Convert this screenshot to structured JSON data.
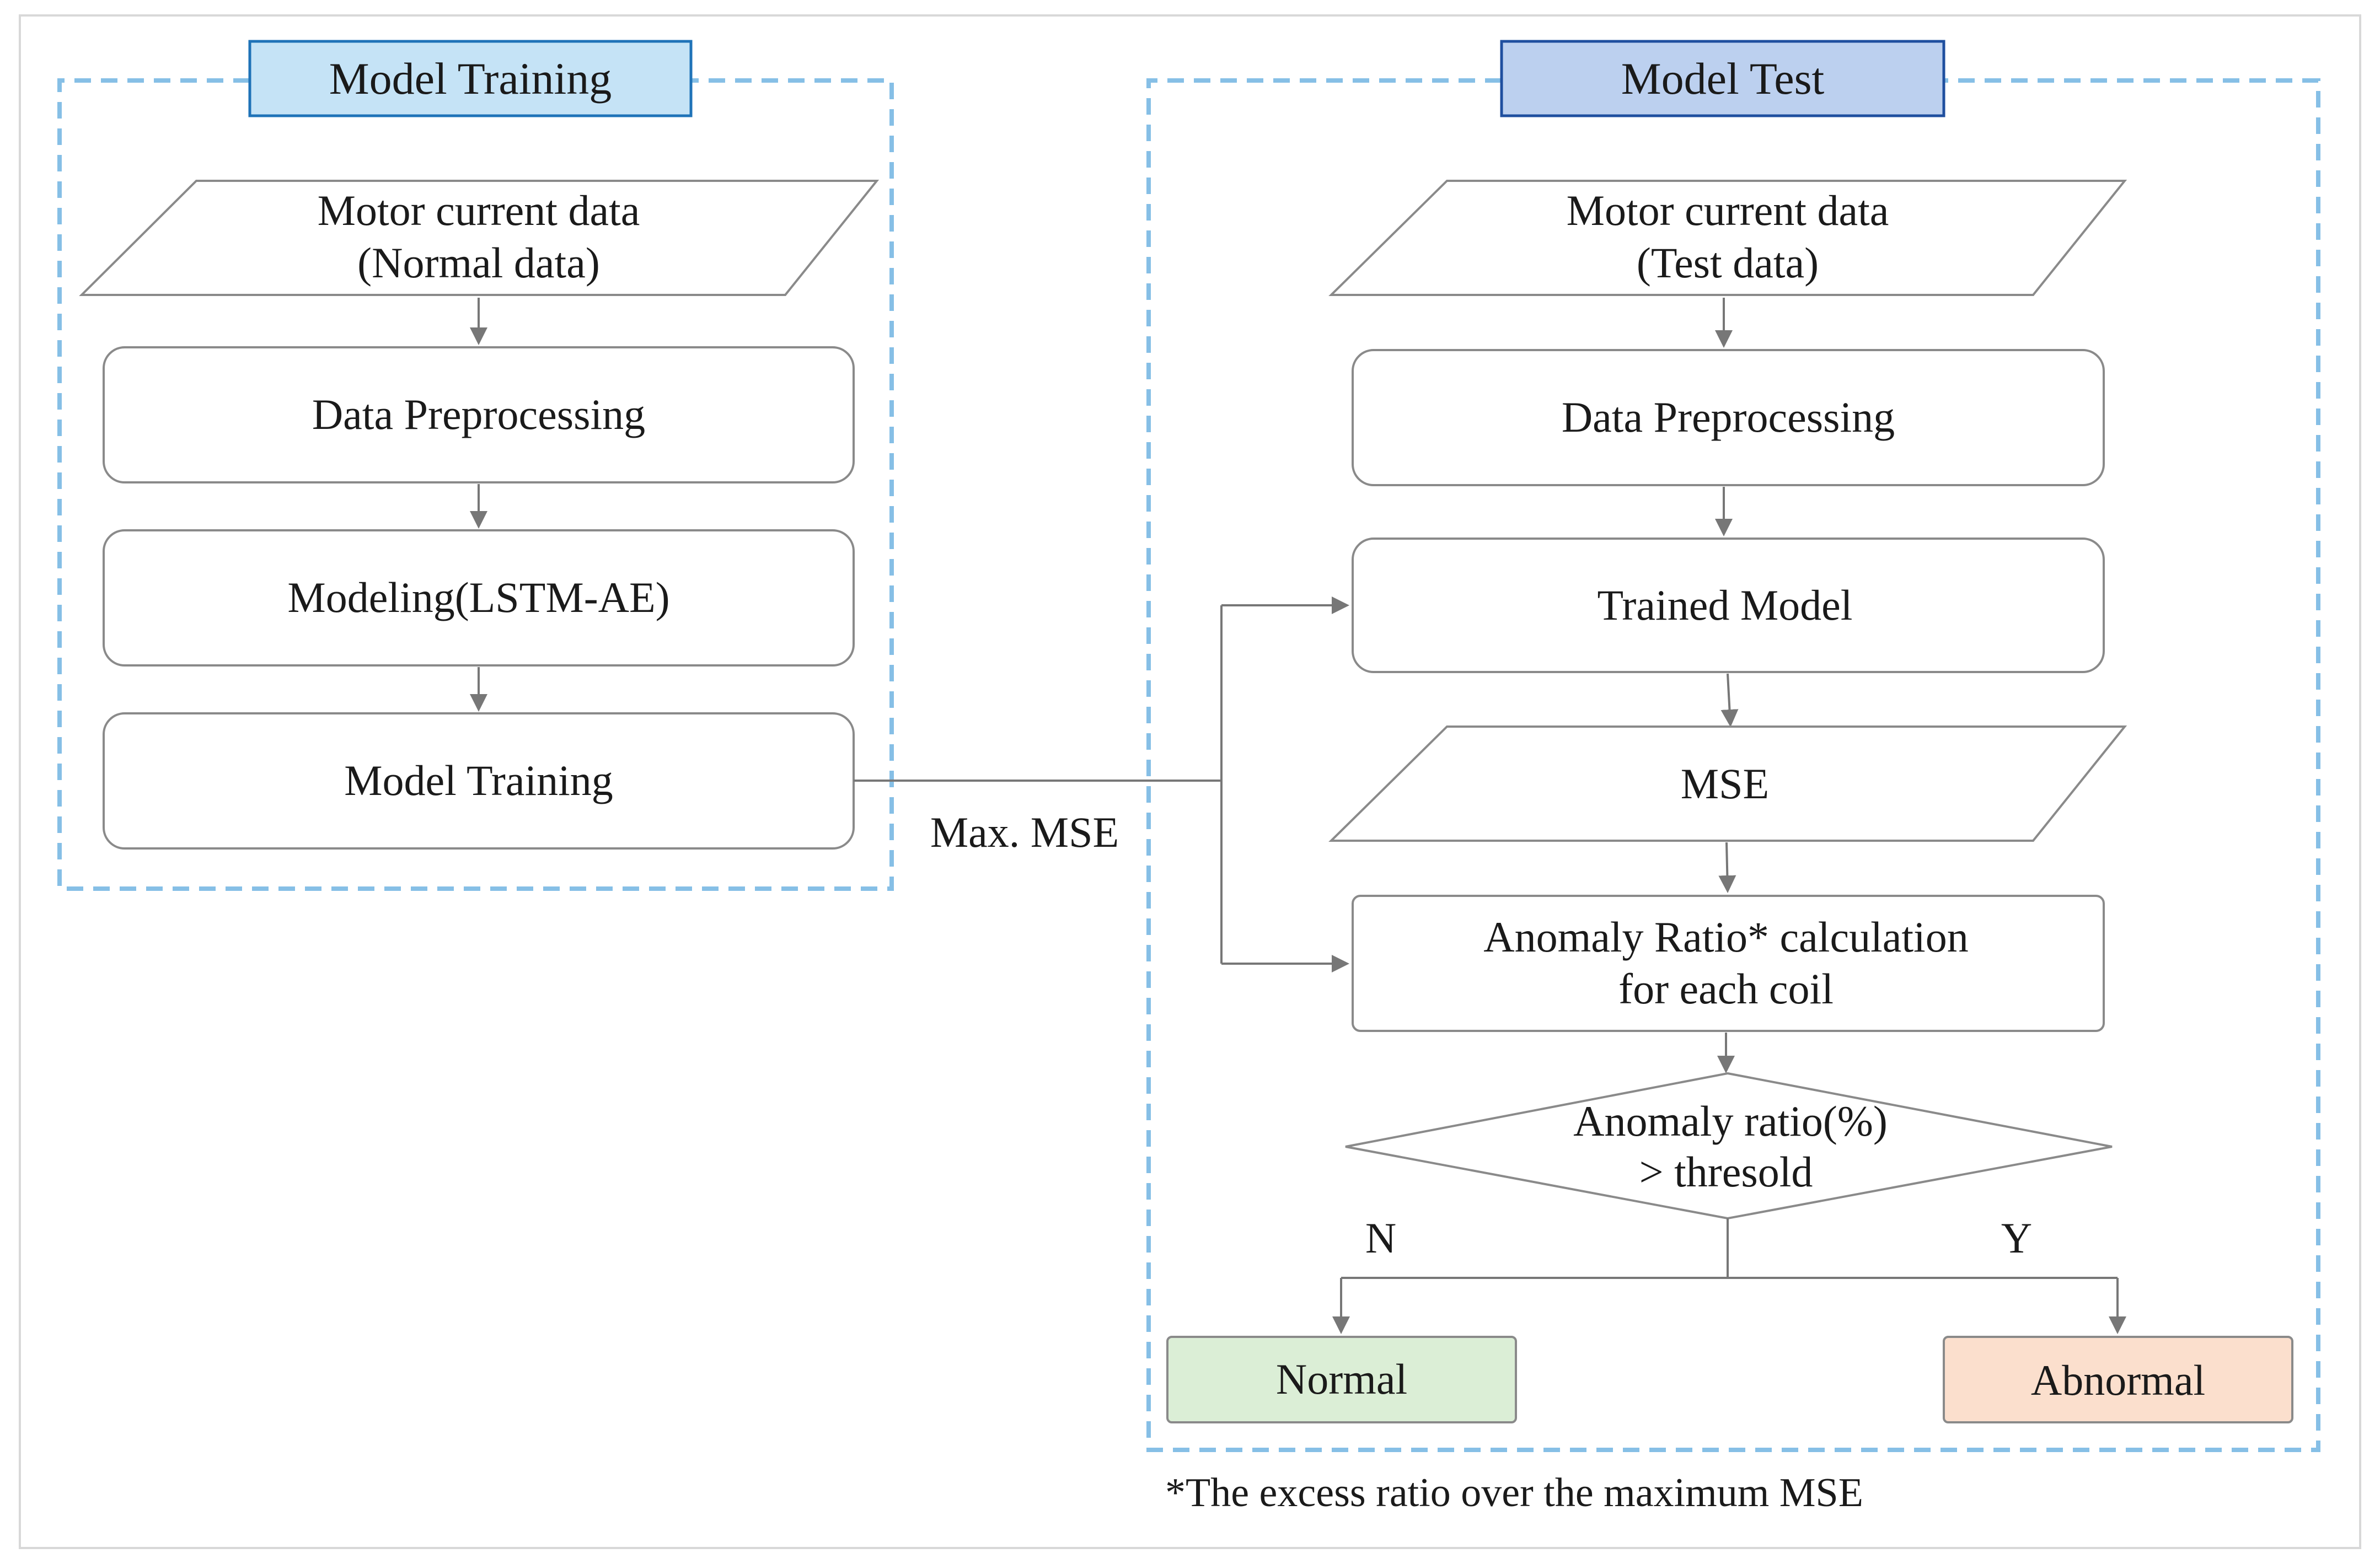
{
  "colors": {
    "group_border": "#86bfe6",
    "header_training_fill": "#c5e3f6",
    "header_training_border": "#1f73b8",
    "header_test_fill": "#bcd0ef",
    "header_test_border": "#1f4f9f",
    "node_border": "#8a8a8a",
    "arrow": "#777777",
    "normal_fill": "#dbeed6",
    "abnormal_fill": "#fbdfcd"
  },
  "training": {
    "header": "Model Training",
    "input_line1": "Motor current data",
    "input_line2": "(Normal data)",
    "preprocessing": "Data Preprocessing",
    "modeling": "Modeling(LSTM-AE)",
    "model_training": "Model Training"
  },
  "connector_label": "Max. MSE",
  "test": {
    "header": "Model Test",
    "input_line1": "Motor current data",
    "input_line2": "(Test data)",
    "preprocessing": "Data Preprocessing",
    "trained_model": "Trained Model",
    "mse": "MSE",
    "anomaly_calc_line1": "Anomaly Ratio* calculation",
    "anomaly_calc_line2": "for each coil",
    "decision_line1": "Anomaly ratio(%)",
    "decision_line2": "> thresold",
    "no_label": "N",
    "yes_label": "Y",
    "normal": "Normal",
    "abnormal": "Abnormal"
  },
  "footnote": "*The excess ratio over the maximum MSE"
}
